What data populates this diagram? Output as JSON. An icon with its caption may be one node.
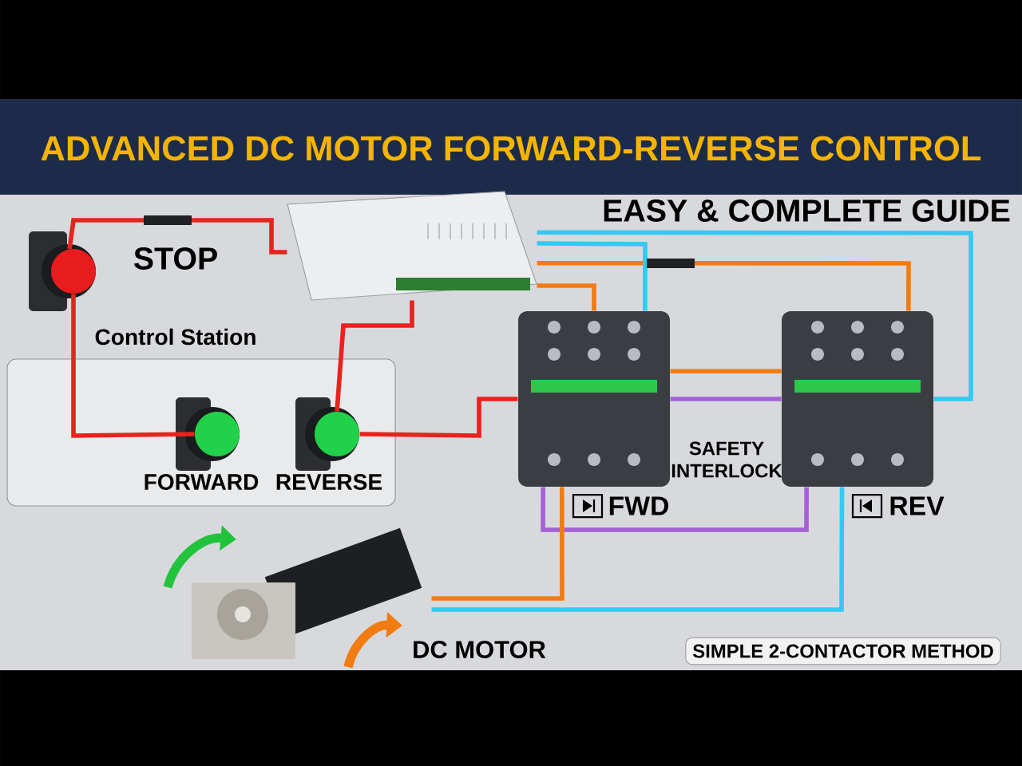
{
  "diagram": {
    "title": "ADVANCED DC MOTOR FORWARD-REVERSE CONTROL",
    "nodes": [
      {
        "text": [],
        "shape": "circle",
        "beside": [
          "STOP"
        ]
      },
      {
        "text": [],
        "shape": "picture"
      },
      {
        "text": [
          "Control Station"
        ]
      },
      {
        "text": [],
        "shape": "circle",
        "in": 2,
        "beside": [
          "FORWARD"
        ]
      },
      {
        "text": [],
        "shape": "circle",
        "in": 2,
        "beside": [
          "REVERSE"
        ]
      },
      {
        "text": [],
        "shape": "picture",
        "beside": [
          "FWD"
        ]
      },
      {
        "text": [],
        "shape": "picture",
        "beside": [
          "REV"
        ]
      },
      {
        "text": [],
        "shape": "picture",
        "beside": [
          "DC MOTOR"
        ]
      }
    ],
    "edges": [
      {
        "from": 0,
        "to": 1,
        "arrow": "none"
      },
      {
        "from": 0,
        "to": 3,
        "arrow": "none"
      },
      {
        "from": 1,
        "to": 4,
        "arrow": "none"
      },
      {
        "from": 4,
        "to": 5,
        "arrow": "none"
      },
      {
        "from": 1,
        "to": 5,
        "arrow": "none",
        "color": "#f07c12"
      },
      {
        "from": 1,
        "to": 6,
        "arrow": "none",
        "color": "#f07c12"
      },
      {
        "from": 1,
        "to": 5,
        "arrow": "none",
        "color": "#33c9f2"
      },
      {
        "from": 1,
        "to": 6,
        "arrow": "none",
        "color": "#33c9f2"
      },
      {
        "from": 5,
        "to": 6,
        "arrow": "none",
        "color": "#a460d8"
      },
      {
        "from": 6,
        "to": 5,
        "arrow": "none",
        "color": "#a460d8"
      },
      {
        "from": 5,
        "to": 6,
        "arrow": "none",
        "color": "#f07c12"
      },
      {
        "from": 5,
        "to": 7,
        "arrow": "none",
        "color": "#f07c12"
      },
      {
        "from": 6,
        "to": 7,
        "arrow": "none",
        "color": "#33c9f2"
      }
    ],
    "labels": [
      "EASY & COMPLETE GUIDE",
      "SAFETY INTERLOCK",
      "SIMPLE 2-CONTACTOR METHOD"
    ]
  }
}
